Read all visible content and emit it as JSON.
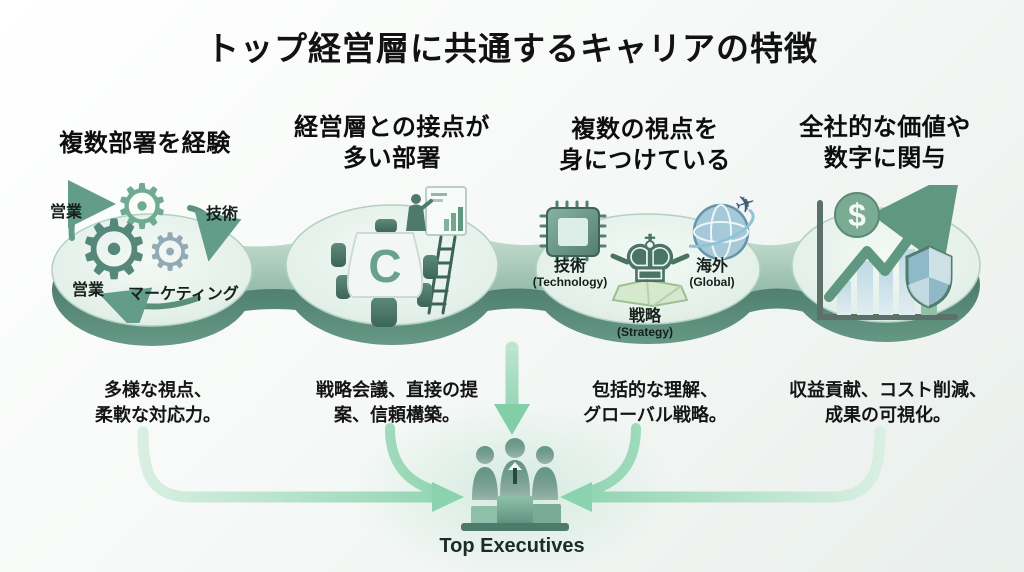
{
  "title": "トップ経営層に共通するキャリアの特徴",
  "footer_label": "Top Executives",
  "columns": [
    {
      "heading": "複数部署を経験",
      "description": "多様な視点、\n柔軟な対応力。"
    },
    {
      "heading": "経営層との接点が\n多い部署",
      "description": "戦略会議、直接の提\n案、信頼構築。"
    },
    {
      "heading": "複数の視点を\n身につけている",
      "description": "包括的な理解、\nグローバル戦略。"
    },
    {
      "heading": "全社的な価値や\n数字に関与",
      "description": "収益貢献、コスト削減、\n成果の可視化。"
    }
  ],
  "section1": {
    "labels": {
      "top_left": "営業",
      "top_right": "技術",
      "bottom_left": "営業",
      "bottom_right": "マーケティング"
    }
  },
  "section2": {
    "table_letter": "C"
  },
  "section3": {
    "items": [
      {
        "jp": "技術",
        "en": "(Technology)"
      },
      {
        "jp": "戦略",
        "en": "(Strategy)"
      },
      {
        "jp": "海外",
        "en": "(Global)"
      }
    ]
  },
  "section4": {
    "currency_symbol": "$"
  },
  "icons": {
    "gear": "⚙",
    "chess_king": "♚",
    "plane": "✈"
  },
  "colors": {
    "ribbon_side_dark": "#3f6c5e",
    "ribbon_side_light": "#6ea38f",
    "ribbon_top": "#eef6f1",
    "arrow_green": "#8bd3ae",
    "text": "#121212"
  }
}
